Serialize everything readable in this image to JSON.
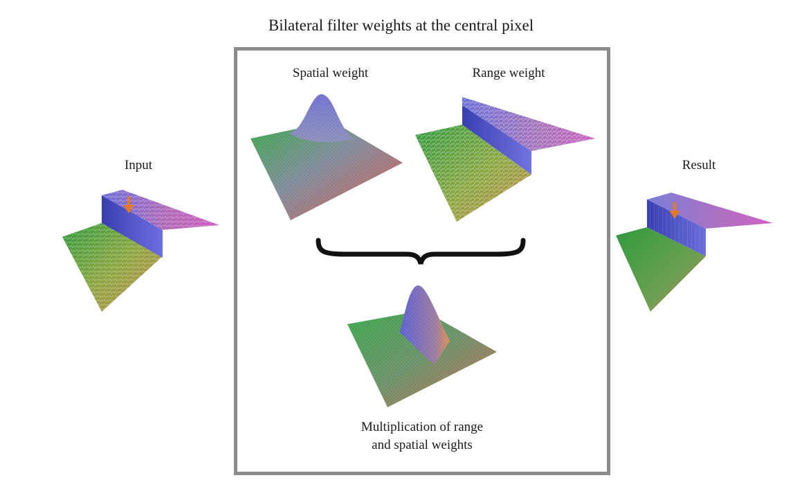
{
  "title": "Bilateral filter weights at the central pixel",
  "labels": {
    "input": "Input",
    "result": "Result",
    "spatial": "Spatial weight",
    "range": "Range weight",
    "product_line1": "Multiplication of range",
    "product_line2": "and spatial weights"
  },
  "colors": {
    "frame": "#8c8c8c",
    "arrow": "#e07a2e",
    "brace": "#111111",
    "surface_green": "#3aa64a",
    "surface_blue": "#5a5bd6",
    "surface_orange": "#d8874a",
    "surface_magenta": "#c04ab0"
  }
}
